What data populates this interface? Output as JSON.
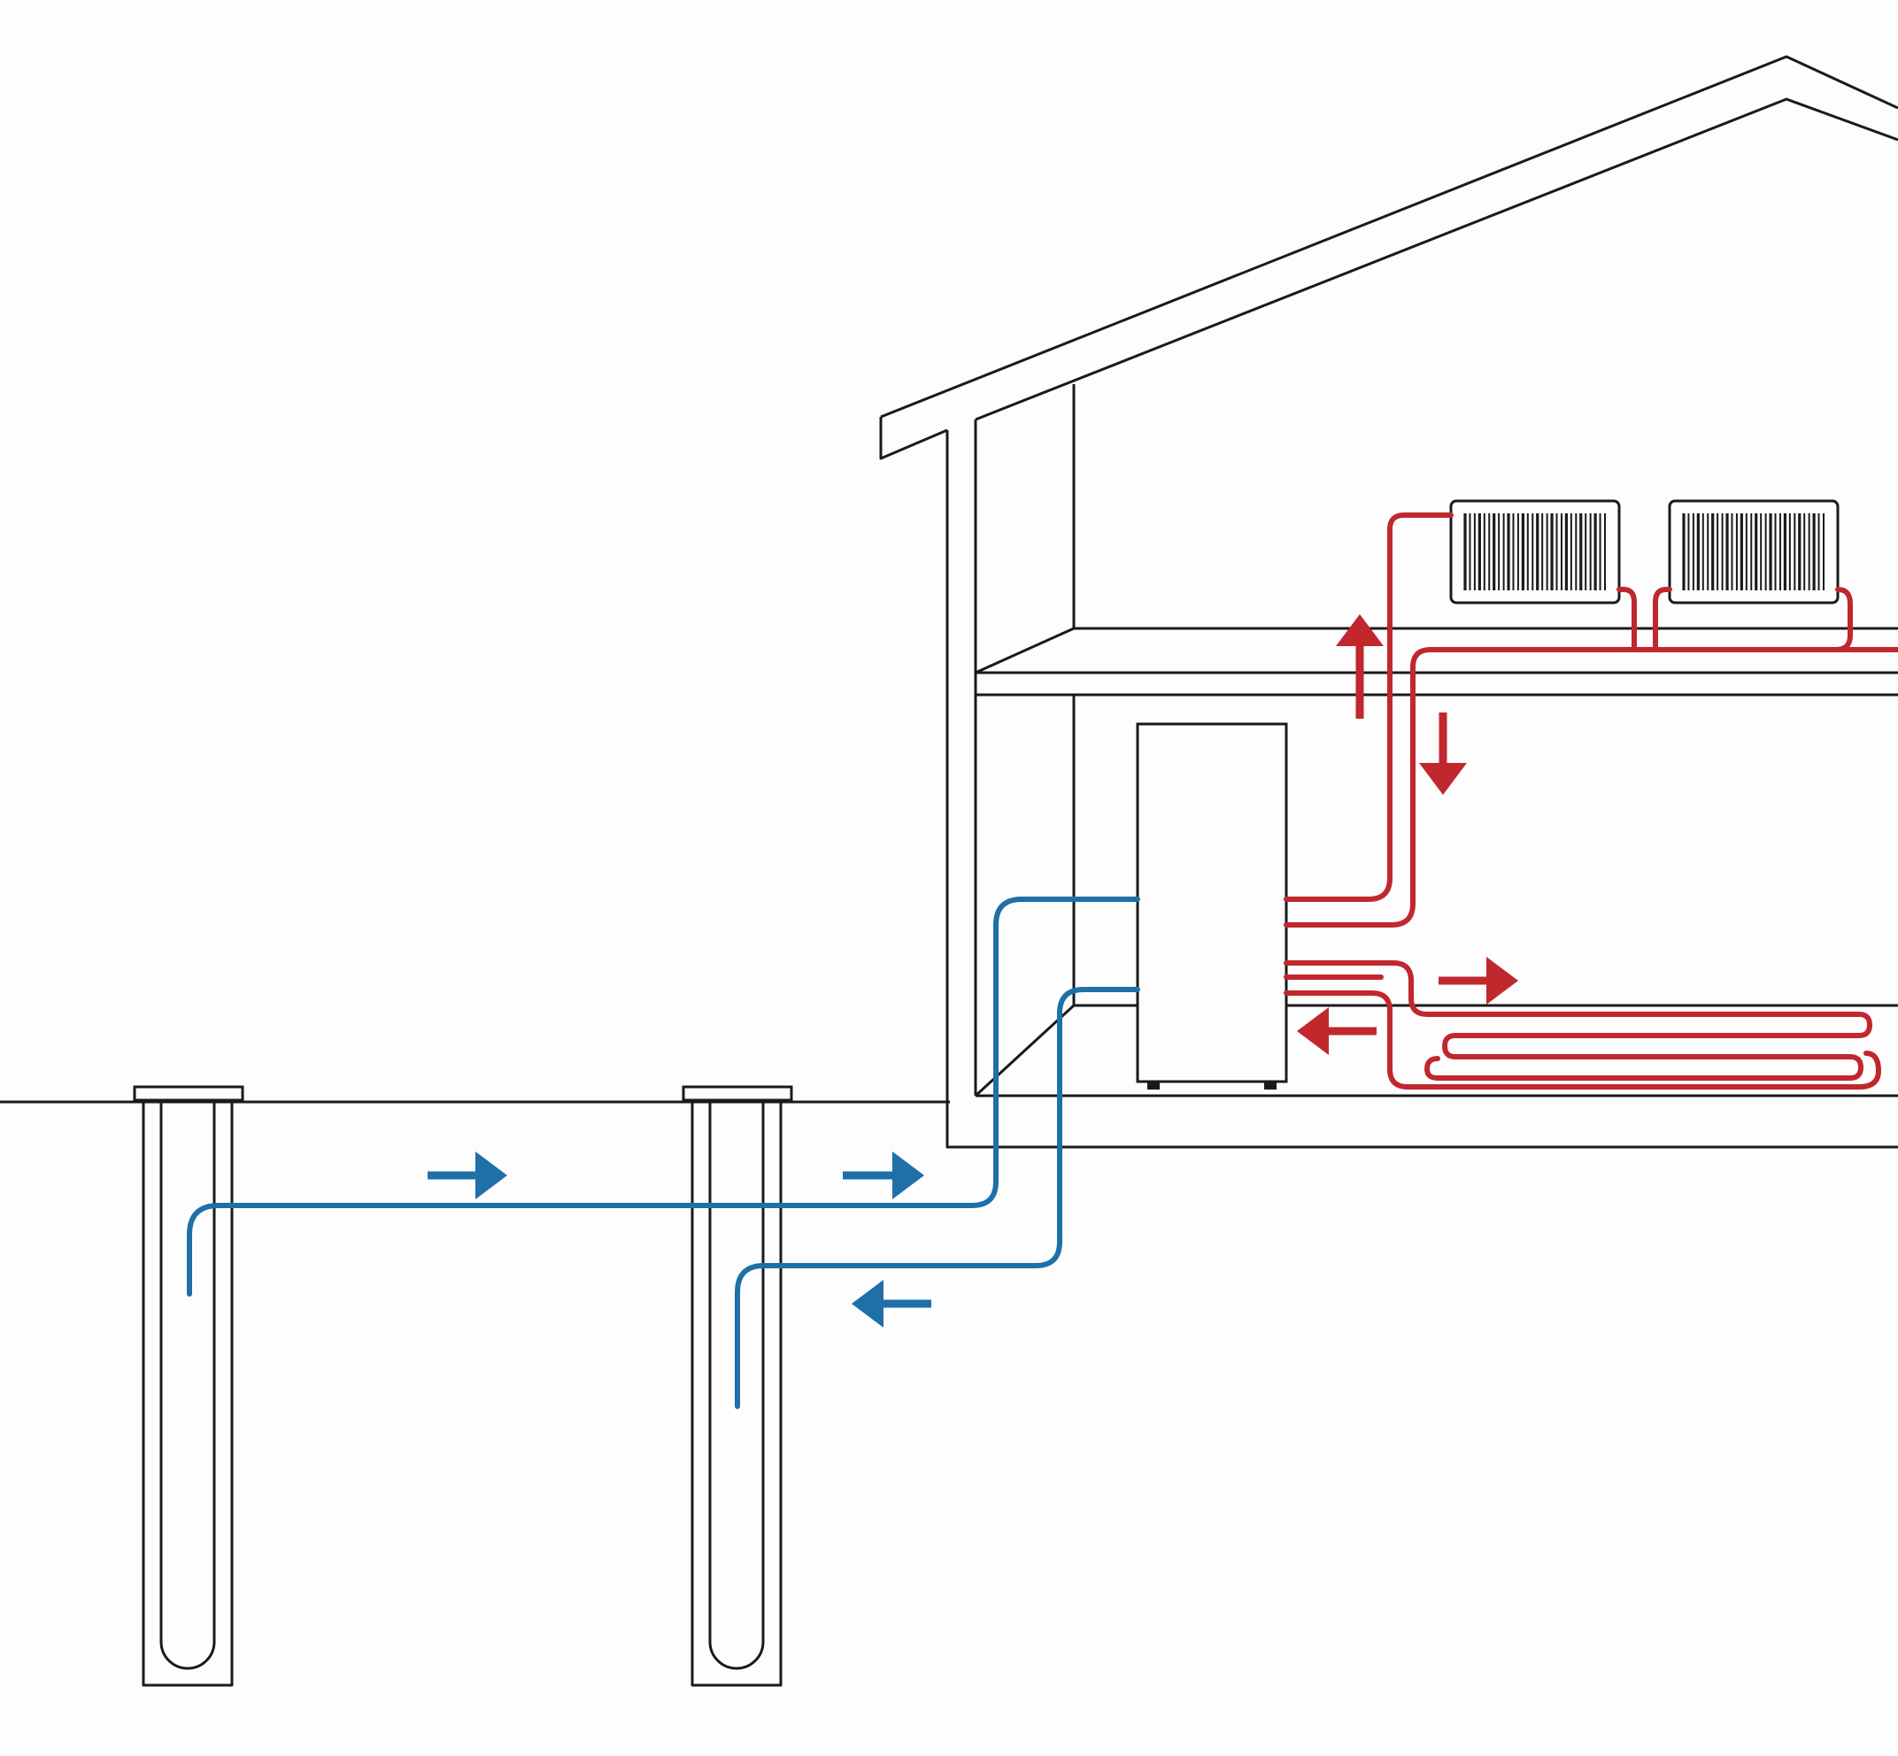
{
  "diagram": {
    "labels": [],
    "colors": {
      "background": "#fdfdfd",
      "outline": "#1a1a1a",
      "cold_loop": "#1f6fa8",
      "hot_loop": "#c0282e"
    },
    "flow_indicators": {
      "ground_supply": [
        "right",
        "right"
      ],
      "ground_return": [
        "left"
      ],
      "radiator_supply": [
        "up"
      ],
      "radiator_return": [
        "down"
      ],
      "floor_supply": [
        "right"
      ],
      "floor_return": [
        "left"
      ]
    },
    "components": {
      "boreholes": 2,
      "radiators": 2,
      "heat_pump_units": 1,
      "floor_heating_loops": 1
    }
  }
}
